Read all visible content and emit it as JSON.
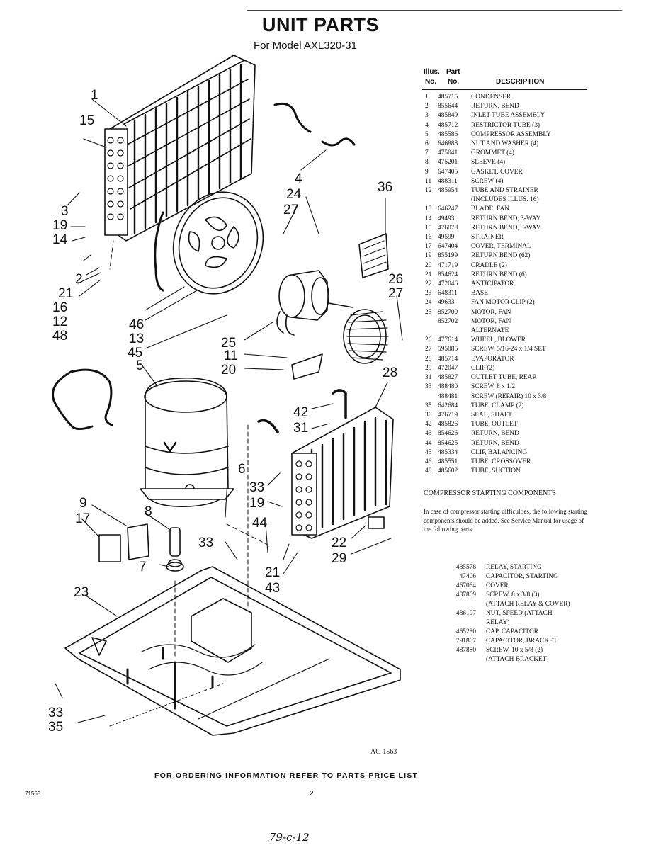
{
  "title": "UNIT PARTS",
  "subtitle": "For Model AXL320-31",
  "table_header": {
    "illus_top": "Illus.",
    "part_top": "Part",
    "illus_no": "No.",
    "part_no": "No.",
    "description": "DESCRIPTION"
  },
  "parts": [
    {
      "no": "1",
      "part": "485715",
      "desc": "CONDENSER"
    },
    {
      "no": "2",
      "part": "855644",
      "desc": "RETURN, BEND"
    },
    {
      "no": "3",
      "part": "485849",
      "desc": "INLET TUBE ASSEMBLY"
    },
    {
      "no": "4",
      "part": "485712",
      "desc": "RESTRICTOR TUBE (3)"
    },
    {
      "no": "5",
      "part": "485586",
      "desc": "COMPRESSOR ASSEMBLY"
    },
    {
      "no": "6",
      "part": "646888",
      "desc": "NUT AND WASHER (4)"
    },
    {
      "no": "7",
      "part": "475041",
      "desc": "GROMMET (4)"
    },
    {
      "no": "8",
      "part": "475201",
      "desc": "SLEEVE (4)"
    },
    {
      "no": "9",
      "part": "647405",
      "desc": "GASKET, COVER"
    },
    {
      "no": "11",
      "part": "488311",
      "desc": "SCREW (4)"
    },
    {
      "no": "12",
      "part": "485954",
      "desc": "TUBE AND STRAINER"
    },
    {
      "no": "",
      "part": "",
      "desc": "(INCLUDES ILLUS. 16)"
    },
    {
      "no": "13",
      "part": "646247",
      "desc": "BLADE, FAN"
    },
    {
      "no": "14",
      "part": "49493",
      "desc": "RETURN BEND, 3-WAY"
    },
    {
      "no": "15",
      "part": "476078",
      "desc": "RETURN BEND, 3-WAY"
    },
    {
      "no": "16",
      "part": "49599",
      "desc": "STRAINER"
    },
    {
      "no": "17",
      "part": "647404",
      "desc": "COVER, TERMINAL"
    },
    {
      "no": "19",
      "part": "855199",
      "desc": "RETURN BEND (62)"
    },
    {
      "no": "20",
      "part": "471719",
      "desc": "CRADLE (2)"
    },
    {
      "no": "21",
      "part": "854624",
      "desc": "RETURN BEND (6)"
    },
    {
      "no": "22",
      "part": "472046",
      "desc": "ANTICIPATOR"
    },
    {
      "no": "23",
      "part": "648311",
      "desc": "BASE"
    },
    {
      "no": "24",
      "part": "49633",
      "desc": "FAN MOTOR CLIP (2)"
    },
    {
      "no": "25",
      "part": "852700",
      "desc": "MOTOR, FAN"
    },
    {
      "no": "",
      "part": "852702",
      "desc": "MOTOR, FAN"
    },
    {
      "no": "",
      "part": "",
      "desc": "ALTERNATE"
    },
    {
      "no": "26",
      "part": "477614",
      "desc": "WHEEL, BLOWER"
    },
    {
      "no": "27",
      "part": "595085",
      "desc": "SCREW, 5/16-24 x 1/4 SET"
    },
    {
      "no": "28",
      "part": "485714",
      "desc": "EVAPORATOR"
    },
    {
      "no": "29",
      "part": "472047",
      "desc": "CLIP (2)"
    },
    {
      "no": "31",
      "part": "485827",
      "desc": "OUTLET TUBE, REAR"
    },
    {
      "no": "33",
      "part": "488480",
      "desc": "SCREW, 8 x 1/2"
    },
    {
      "no": "",
      "part": "488481",
      "desc": "SCREW (REPAIR) 10 x 3/8"
    },
    {
      "no": "35",
      "part": "642684",
      "desc": "TUBE, CLAMP (2)"
    },
    {
      "no": "36",
      "part": "476719",
      "desc": "SEAL, SHAFT"
    },
    {
      "no": "42",
      "part": "485826",
      "desc": "TUBE, OUTLET"
    },
    {
      "no": "43",
      "part": "854626",
      "desc": "RETURN, BEND"
    },
    {
      "no": "44",
      "part": "854625",
      "desc": "RETURN, BEND"
    },
    {
      "no": "45",
      "part": "485334",
      "desc": "CLIP, BALANCING"
    },
    {
      "no": "46",
      "part": "485551",
      "desc": "TUBE, CROSSOVER"
    },
    {
      "no": "48",
      "part": "485602",
      "desc": "TUBE, SUCTION"
    }
  ],
  "compressor_title": "COMPRESSOR STARTING COMPONENTS",
  "compressor_note": "In case of compressor starting difficulties, the following starting components should be added. See Service Manual for usage of the following parts.",
  "compressor_parts": [
    {
      "part": "485578",
      "desc": "RELAY, STARTING"
    },
    {
      "part": "47406",
      "desc": "CAPACITOR, STARTING"
    },
    {
      "part": "467064",
      "desc": "COVER"
    },
    {
      "part": "487869",
      "desc": "SCREW, 8 x 3/8 (3)"
    },
    {
      "part": "",
      "desc": "(ATTACH RELAY & COVER)"
    },
    {
      "part": "486197",
      "desc": "NUT, SPEED (ATTACH"
    },
    {
      "part": "",
      "desc": "RELAY)"
    },
    {
      "part": "465280",
      "desc": "CAP, CAPACITOR"
    },
    {
      "part": "791867",
      "desc": "CAPACITOR, BRACKET"
    },
    {
      "part": "487880",
      "desc": "SCREW, 10 x 5/8 (2)"
    },
    {
      "part": "",
      "desc": "(ATTACH BRACKET)"
    }
  ],
  "drawing_code": "AC-1563",
  "footer": "FOR ORDERING INFORMATION REFER TO PARTS PRICE LIST",
  "page_number": "2",
  "corner_code": "71563",
  "handwritten": "79-c-12",
  "callouts": {
    "c1": "1",
    "c15": "15",
    "c3": "3",
    "c19a": "19",
    "c14": "14",
    "c2": "2",
    "c21a": "21",
    "c16": "16",
    "c12": "12",
    "c48": "48",
    "c4": "4",
    "c24": "24",
    "c27a": "27",
    "c36": "36",
    "c26": "26",
    "c27b": "27",
    "c46": "46",
    "c13": "13",
    "c45": "45",
    "c25": "25",
    "c5": "5",
    "c11": "11",
    "c20": "20",
    "c28": "28",
    "c42": "42",
    "c31": "31",
    "c6": "6",
    "c33a": "33",
    "c19b": "19",
    "c9": "9",
    "c8": "8",
    "c17": "17",
    "c44": "44",
    "c33b": "33",
    "c22": "22",
    "c29": "29",
    "c21b": "21",
    "c43": "43",
    "c7": "7",
    "c23": "23",
    "c33c": "33",
    "c35": "35"
  }
}
